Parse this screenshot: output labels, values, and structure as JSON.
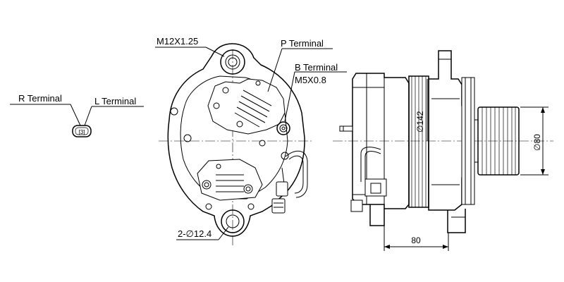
{
  "labels": {
    "m12": "M12X1.25",
    "p_terminal": "P Terminal",
    "b_terminal": "B Terminal",
    "m5": "M5X0.8",
    "r_terminal": "R Terminal",
    "l_terminal": "L Terminal",
    "hole_dia": "2-∅12.4"
  },
  "connector_text": "[3]",
  "dims": {
    "dia142": "∅142",
    "dia80": "∅80",
    "len80": "80"
  }
}
